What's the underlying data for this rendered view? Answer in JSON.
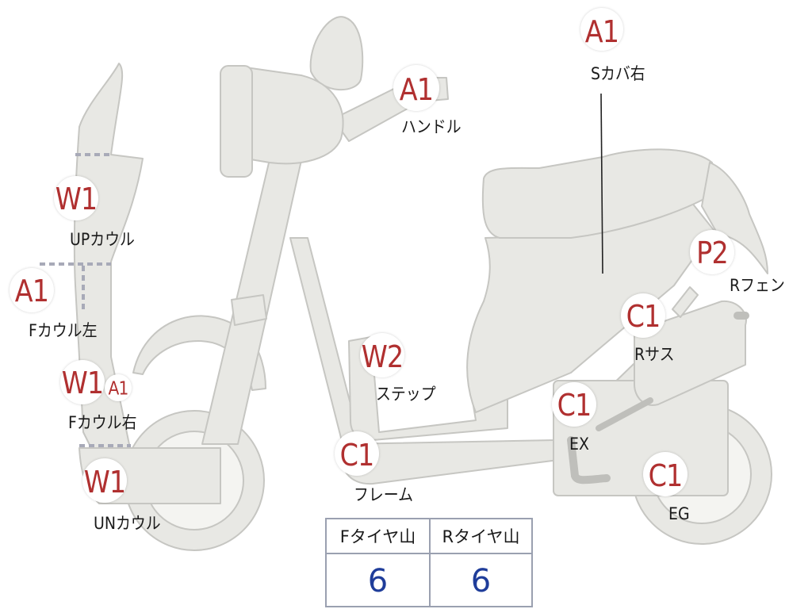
{
  "markers": [
    {
      "id": "sc-right",
      "code": "A1",
      "label": "Sカバ右",
      "color": "#b03030"
    },
    {
      "id": "handle",
      "code": "A1",
      "label": "ハンドル",
      "color": "#b03030"
    },
    {
      "id": "up-cowl",
      "code": "W1",
      "label": "UPカウル",
      "color": "#b03030"
    },
    {
      "id": "f-cowl-left",
      "code": "A1",
      "label": "Fカウル左",
      "color": "#b03030"
    },
    {
      "id": "f-cowl-right",
      "code": "W1",
      "code2": "A1",
      "label": "Fカウル右",
      "color": "#b03030"
    },
    {
      "id": "un-cowl",
      "code": "W1",
      "label": "UNカウル",
      "color": "#b03030"
    },
    {
      "id": "step",
      "code": "W2",
      "label": "ステップ",
      "color": "#b03030"
    },
    {
      "id": "frame",
      "code": "C1",
      "label": "フレーム",
      "color": "#b03030"
    },
    {
      "id": "r-fender",
      "code": "P2",
      "label": "Rフェン",
      "color": "#b03030"
    },
    {
      "id": "r-sus",
      "code": "C1",
      "label": "Rサス",
      "color": "#b03030"
    },
    {
      "id": "ex",
      "code": "C1",
      "label": "EX",
      "color": "#b03030"
    },
    {
      "id": "eg",
      "code": "C1",
      "label": "EG",
      "color": "#b03030"
    }
  ],
  "tire_table": {
    "front_header": "Fタイヤ山",
    "rear_header": "Rタイヤ山",
    "front_value": "6",
    "rear_value": "6",
    "value_color": "#1f3d9a"
  },
  "colors": {
    "body_fill": "#e8e8e4",
    "body_stroke": "#c9c9c5",
    "marker_text": "#b03030"
  }
}
